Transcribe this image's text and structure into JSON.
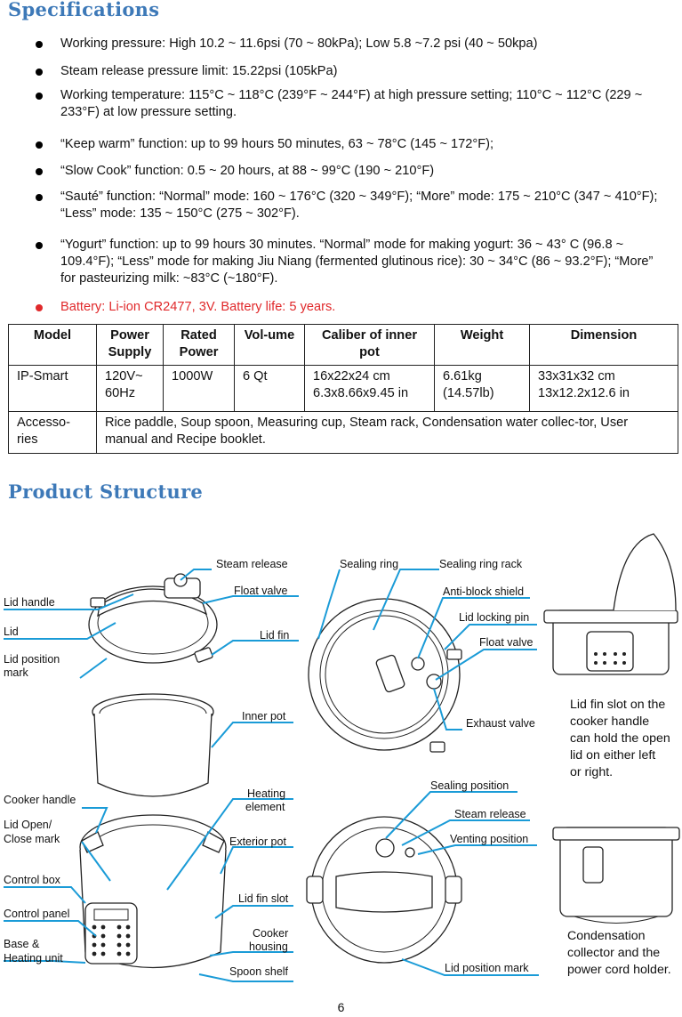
{
  "headings": {
    "specifications": "Specifications",
    "product_structure": "Product  Structure"
  },
  "specs": [
    "Working pressure: High 10.2 ~ 11.6psi (70 ~ 80kPa); Low 5.8 ~7.2 psi (40 ~ 50kpa)",
    "Steam release pressure limit: 15.22psi (105kPa)",
    "Working temperature: 115°C ~ 118°C (239°F ~ 244°F) at high pressure setting; 110°C ~ 112°C (229 ~ 233°F) at low pressure setting.",
    "“Keep warm” function: up to 99 hours 50 minutes, 63 ~ 78°C (145 ~ 172°F);",
    "“Slow Cook” function: 0.5 ~ 20 hours, at 88 ~ 99°C (190 ~ 210°F)",
    "“Sauté” function: “Normal” mode: 160 ~ 176°C (320 ~ 349°F); “More” mode: 175 ~ 210°C (347 ~  410°F); “Less” mode: 135 ~ 150°C (275 ~ 302°F).",
    "“Yogurt” function: up to 99 hours 30 minutes. “Normal” mode for making yogurt: 36 ~ 43° C (96.8 ~ 109.4°F); “Less” mode for making Jiu Niang (fermented glutinous rice): 30 ~ 34°C (86 ~ 93.2°F); “More” for pasteurizing milk: ~83°C (~180°F).",
    "Battery: Li-ion CR2477, 3V. Battery life: 5 years."
  ],
  "colors": {
    "heading": "#3d79b8",
    "callout_line": "#1a9bd7",
    "battery_text": "#e0292b"
  },
  "table": {
    "headers": [
      "Model",
      "Power Supply",
      "Rated Power",
      "Vol-ume",
      "Caliber of inner pot",
      "Weight",
      "Dimension"
    ],
    "row": {
      "model": "IP-Smart",
      "power_supply": "120V~ 60Hz",
      "rated_power": "1000W",
      "volume": "6  Qt",
      "caliber_1": "16x22x24 cm",
      "caliber_2": "6.3x8.66x9.45 in",
      "weight_1": "6.61kg",
      "weight_2": "(14.57lb)",
      "dimension_1": "33x31x32 cm",
      "dimension_2": "13x12.2x12.6 in"
    },
    "accessories_label": "Accesso-ries",
    "accessories_value": "Rice paddle, Soup spoon, Measuring cup, Steam rack, Condensation water collec-tor, User manual and Recipe booklet."
  },
  "labels": {
    "steam_release": "Steam release",
    "float_valve": "Float valve",
    "lid_handle": "Lid handle",
    "lid": "Lid",
    "lid_fin": "Lid fin",
    "lid_position_mark_1": "Lid position",
    "lid_position_mark_2": "mark",
    "inner_pot": "Inner pot",
    "cooker_handle": "Cooker handle",
    "heating_element_1": "Heating",
    "heating_element_2": "element",
    "lid_open_close_1": "Lid Open/",
    "lid_open_close_2": "Close mark",
    "exterior_pot": "Exterior pot",
    "control_box": "Control box",
    "lid_fin_slot": "Lid fin slot",
    "control_panel": "Control panel",
    "cooker_housing_1": "Cooker",
    "cooker_housing_2": "housing",
    "base_heating_1": "Base &",
    "base_heating_2": "Heating unit",
    "spoon_shelf": "Spoon shelf",
    "sealing_ring": "Sealing ring",
    "sealing_ring_rack": "Sealing ring rack",
    "anti_block_shield": "Anti-block shield",
    "lid_locking_pin": "Lid locking pin",
    "float_valve_2": "Float valve",
    "exhaust_valve": "Exhaust valve",
    "sealing_position": "Sealing position",
    "steam_release_2": "Steam release",
    "venting_position": "Venting position",
    "lid_position_mark_full": "Lid position mark"
  },
  "notes": {
    "lid_fin_slot_note": [
      "Lid fin slot on the",
      "cooker handle",
      "can hold the open",
      "lid on either left",
      "or right."
    ],
    "condensation_note": [
      "Condensation",
      "collector and the",
      "power cord holder."
    ]
  },
  "page_number": "6"
}
